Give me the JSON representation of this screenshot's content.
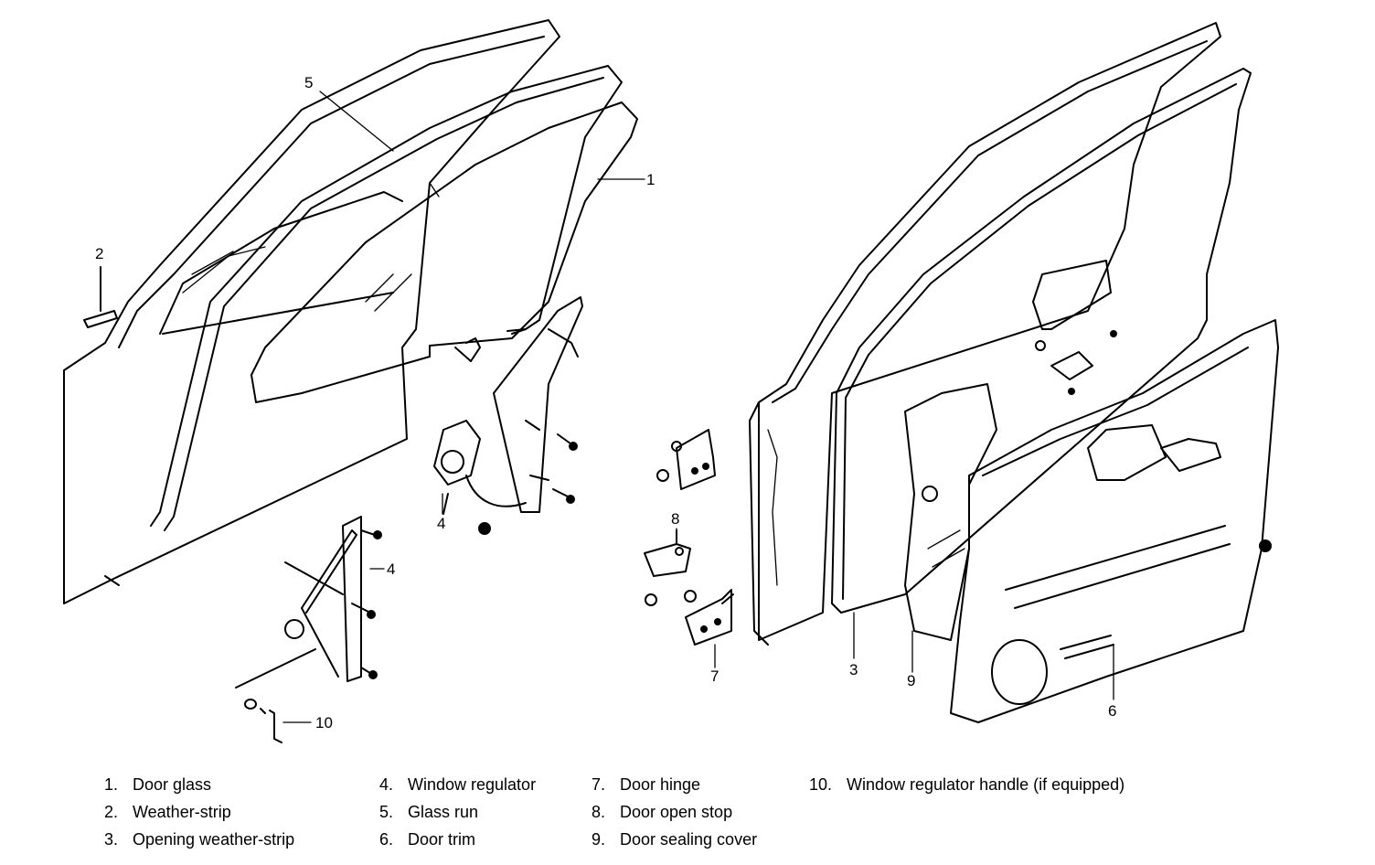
{
  "callouts": [
    {
      "number": "1"
    },
    {
      "number": "2"
    },
    {
      "number": "3"
    },
    {
      "number": "4"
    },
    {
      "number": "4"
    },
    {
      "number": "5"
    },
    {
      "number": "6"
    },
    {
      "number": "7"
    },
    {
      "number": "8"
    },
    {
      "number": "9"
    },
    {
      "number": "10"
    }
  ],
  "legend": [
    {
      "num": "1.",
      "text": "Door glass"
    },
    {
      "num": "2.",
      "text": "Weather-strip"
    },
    {
      "num": "3.",
      "text": "Opening weather-strip"
    },
    {
      "num": "4.",
      "text": "Window regulator"
    },
    {
      "num": "5.",
      "text": "Glass run"
    },
    {
      "num": "6.",
      "text": "Door trim"
    },
    {
      "num": "7.",
      "text": "Door hinge"
    },
    {
      "num": "8.",
      "text": "Door open stop"
    },
    {
      "num": "9.",
      "text": "Door sealing cover"
    },
    {
      "num": "10.",
      "text": "Window regulator handle (if equipped)"
    }
  ]
}
